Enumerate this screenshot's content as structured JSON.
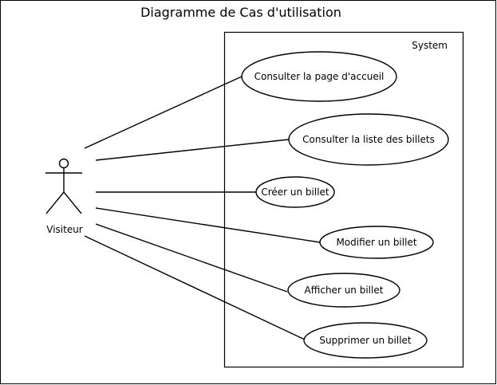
{
  "title": "Diagramme de Cas d'utilisation",
  "system_label": "System",
  "actor": {
    "name": "Visiteur"
  },
  "use_cases": [
    {
      "id": "uc1",
      "label": "Consulter la page d'accueil"
    },
    {
      "id": "uc2",
      "label": "Consulter la liste des billets"
    },
    {
      "id": "uc3",
      "label": "Créer un billet"
    },
    {
      "id": "uc4",
      "label": "Modifier un billet"
    },
    {
      "id": "uc5",
      "label": "Afficher un billet"
    },
    {
      "id": "uc6",
      "label": "Supprimer un billet"
    }
  ]
}
